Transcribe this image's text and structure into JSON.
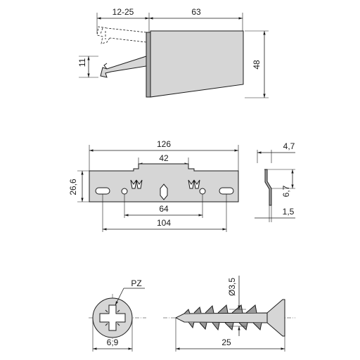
{
  "colors": {
    "part_fill": "#d6d6d6",
    "part_dark": "#a9a9a9",
    "line": "#1a1a1a",
    "background": "#ffffff"
  },
  "bracket": {
    "dim_adjust": "12-25",
    "dim_length": "63",
    "dim_height": "48",
    "dim_arm": "11"
  },
  "plate": {
    "dim_total": "126",
    "dim_center": "42",
    "dim_height": "26,6",
    "dim_inner": "64",
    "dim_outer": "104"
  },
  "profile": {
    "dim_top": "4,7",
    "dim_mid": "6,7",
    "dim_thick": "1,5"
  },
  "screw": {
    "head_drive": "PZ",
    "head_dia": "6,9",
    "shank_dia": "Ø3,5",
    "length": "25"
  }
}
